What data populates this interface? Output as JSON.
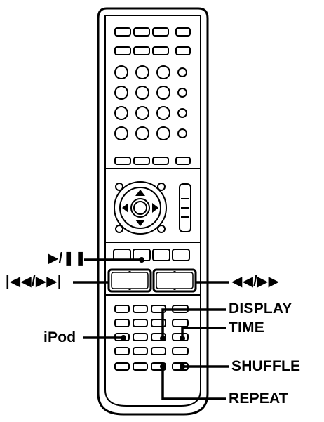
{
  "labels": {
    "play_pause": "▶/❚❚",
    "skip": "|◀◀/▶▶|",
    "search": "◀◀/▶▶",
    "display": "DISPLAY",
    "time": "TIME",
    "ipod": "iPod",
    "shuffle": "SHUFFLE",
    "repeat": "REPEAT"
  },
  "colors": {
    "line": "#000000",
    "body": "#ffffff",
    "highlight": "#d9d9d9"
  }
}
